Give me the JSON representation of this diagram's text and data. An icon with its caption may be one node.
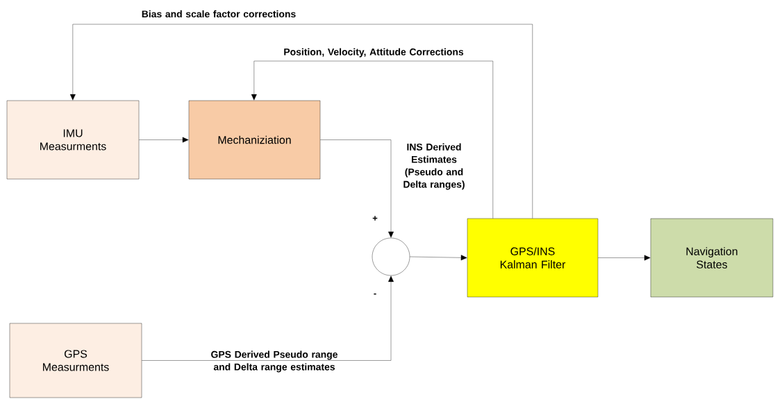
{
  "diagram": {
    "nodes": [
      {
        "text": [
          "IMU Measurments"
        ]
      },
      {
        "text": [
          "Mechaniziation"
        ]
      },
      {
        "text": [],
        "shape": "circle"
      },
      {
        "text": [
          "GPS/INS Kalman Filter"
        ]
      },
      {
        "text": [
          "Navigation States"
        ]
      },
      {
        "text": [
          "GPS Measurments"
        ]
      }
    ],
    "edges": [
      {
        "from": 0,
        "to": 1,
        "arrow": "to"
      },
      {
        "from": 1,
        "to": 2,
        "arrow": "to",
        "label": "INS Derived Estimates (Pseudo and Delta ranges)"
      },
      {
        "from": 5,
        "to": 2,
        "arrow": "to",
        "label": "GPS Derived Pseudo range and Delta range estimates"
      },
      {
        "from": 2,
        "to": 3,
        "arrow": "to"
      },
      {
        "from": 3,
        "to": 4,
        "arrow": "to"
      },
      {
        "from": 3,
        "to": 1,
        "arrow": "to",
        "label": "Position, Velocity, Attitude Corrections"
      },
      {
        "from": 3,
        "to": 0,
        "arrow": "to",
        "label": "Bias and scale factor corrections"
      }
    ],
    "labels": [
      "+",
      "-"
    ]
  }
}
